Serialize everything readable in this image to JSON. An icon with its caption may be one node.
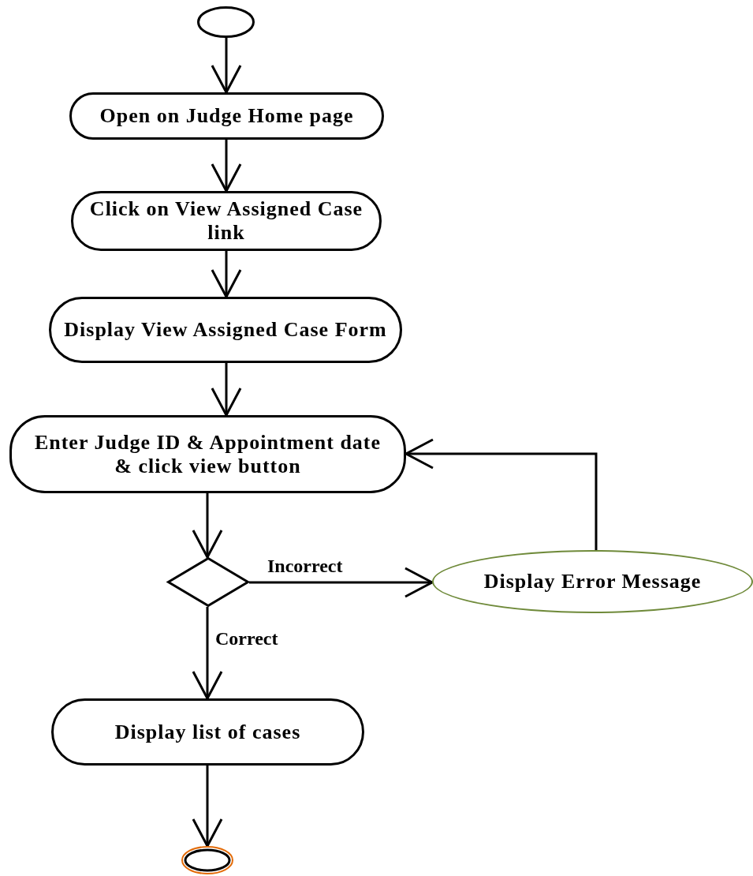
{
  "diagram": {
    "nodes": [
      {
        "text": [],
        "shape": "circle"
      },
      {
        "text": [
          "Open on Judge Home page"
        ]
      },
      {
        "text": [
          "Click on View Assigned Case link"
        ]
      },
      {
        "text": [
          "Display View Assigned Case Form"
        ]
      },
      {
        "text": [
          "Enter Judge ID & Appointment date & click view button"
        ]
      },
      {
        "text": [],
        "shape": "diamond"
      },
      {
        "text": [
          "Display Error Message"
        ]
      },
      {
        "text": [
          "Display list of cases"
        ]
      },
      {
        "text": [],
        "shape": "circle"
      }
    ],
    "edges": [
      {
        "from": 0,
        "to": 1,
        "arrow": "to"
      },
      {
        "from": 1,
        "to": 2,
        "arrow": "to"
      },
      {
        "from": 2,
        "to": 3,
        "arrow": "to"
      },
      {
        "from": 3,
        "to": 4,
        "arrow": "to"
      },
      {
        "from": 4,
        "to": 5,
        "arrow": "to"
      },
      {
        "from": 5,
        "to": 6,
        "arrow": "to",
        "label": "Incorrect"
      },
      {
        "from": 6,
        "to": 4,
        "arrow": "to"
      },
      {
        "from": 5,
        "to": 7,
        "arrow": "to",
        "label": "Correct"
      },
      {
        "from": 7,
        "to": 8,
        "arrow": "to"
      }
    ]
  }
}
